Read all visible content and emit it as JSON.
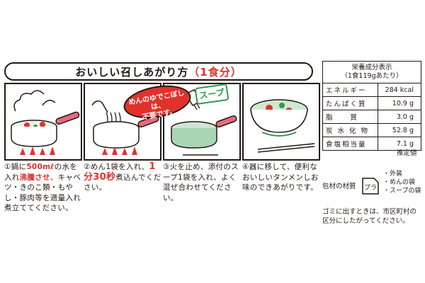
{
  "title": {
    "main": "おいしい召しあがり方",
    "sub": "（1食分）"
  },
  "steps": [
    {
      "num": "①",
      "parts": [
        {
          "t": "鍋に",
          "c": ""
        },
        {
          "t": "500mℓ",
          "c": "red"
        },
        {
          "t": "の水を入れ",
          "c": ""
        },
        {
          "t": "沸騰させ",
          "c": "red"
        },
        {
          "t": "、キャベツ・きのこ類・もやし・豚肉等を適量入れ煮立ててください。",
          "c": ""
        }
      ]
    },
    {
      "num": "②",
      "parts": [
        {
          "t": "めん1袋を入れ、",
          "c": ""
        },
        {
          "t": "1分30秒",
          "c": "red big"
        },
        {
          "t": "煮込んでください。",
          "c": ""
        }
      ]
    },
    {
      "num": "③",
      "parts": [
        {
          "t": "火を止め、添付のスープ1袋を入れ、よく混ぜ合わせてください。",
          "c": ""
        }
      ]
    },
    {
      "num": "④",
      "parts": [
        {
          "t": "器に移して、便利なおいしいタンメンしお味のできあがりです。",
          "c": ""
        }
      ]
    }
  ],
  "callout": {
    "line1": "めんのゆでこぼしは、",
    "line2": "不要です。"
  },
  "soup_tag": "スープ",
  "nutrition": {
    "header1": "栄養成分表示",
    "header2": "（1食119gあたり）",
    "rows": [
      {
        "name": "エネルギー",
        "value": "284 kcal"
      },
      {
        "name": "たんぱく質",
        "value": "10.9 g"
      },
      {
        "name": "脂　　質",
        "value": "3.0 g"
      },
      {
        "name": "炭 水 化 物",
        "value": "52.8 g"
      },
      {
        "name": "食塩相当量",
        "value": "7.1 g"
      }
    ],
    "note": "推定値"
  },
  "material": {
    "label": "包材の材質",
    "recycle_mark": "プラ",
    "items": [
      "・外装",
      "・めんの袋",
      "・スープの袋"
    ]
  },
  "disposal": {
    "line1": "ゴミに出すときは、市区町村の",
    "line2": "区分にしたがってください。"
  },
  "colors": {
    "accent": "#e0322a",
    "green": "#2f9a4a",
    "ink": "#231815"
  }
}
